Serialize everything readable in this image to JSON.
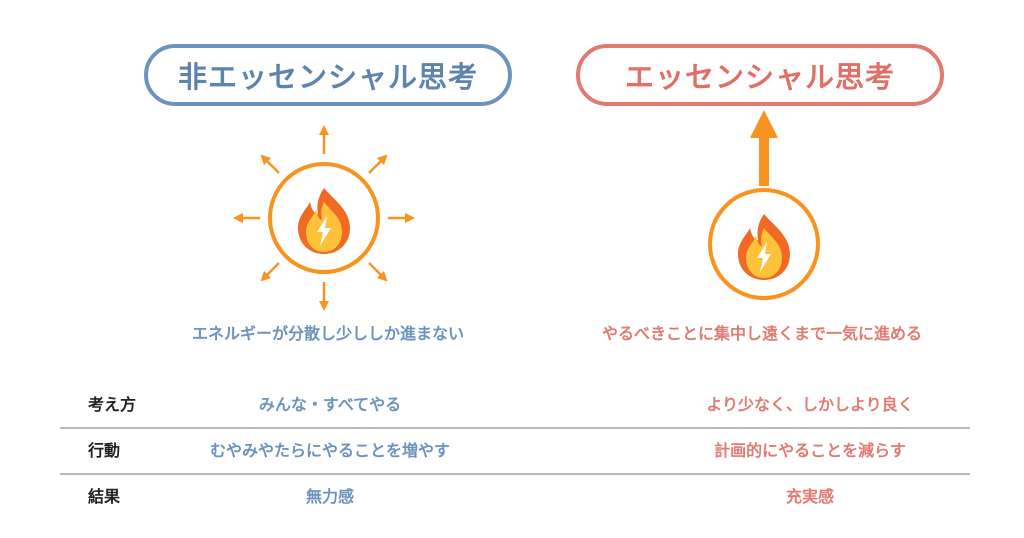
{
  "left": {
    "title": "非エッセンシャル思考",
    "caption": "エネルギーが分散し少ししか進まない",
    "icon": "lightning-flame-icon",
    "color": "#6b93bd"
  },
  "right": {
    "title": "エッセンシャル思考",
    "caption": "やるべきことに集中し遠くまで一気に進める",
    "icon": "lightning-flame-icon",
    "color": "#e27a72"
  },
  "accent": {
    "orange": "#f7931e",
    "flame_light": "#ffc03a",
    "flame_dark": "#f06a23"
  },
  "table": {
    "rows": [
      {
        "label": "考え方",
        "left": "みんな・すべてやる",
        "right": "より少なく、しかしより良く"
      },
      {
        "label": "行動",
        "left": "むやみやたらにやることを増やす",
        "right": "計画的にやることを減らす"
      },
      {
        "label": "結果",
        "left": "無力感",
        "right": "充実感"
      }
    ]
  }
}
